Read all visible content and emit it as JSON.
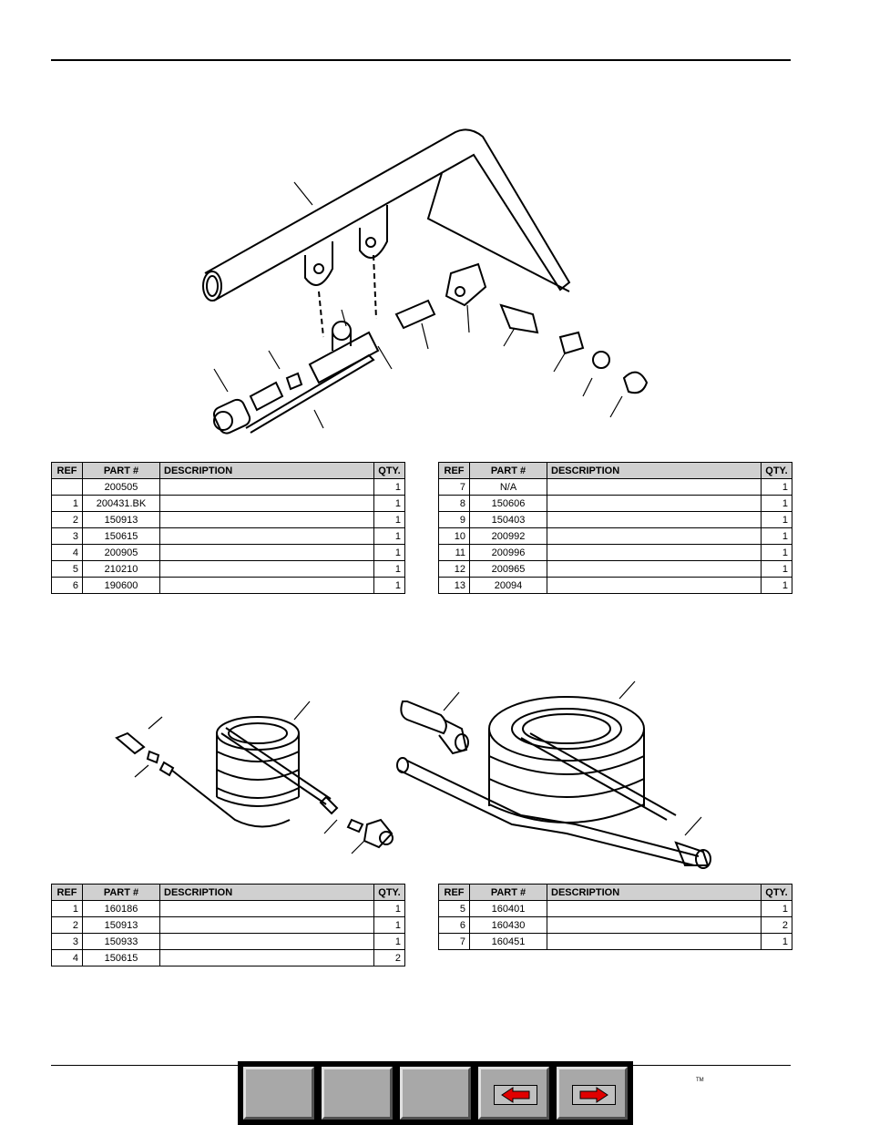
{
  "table_header": {
    "ref": "REF",
    "part": "PART #",
    "description": "DESCRIPTION",
    "qty": "QTY."
  },
  "tables": [
    {
      "rows": [
        {
          "ref": "",
          "part": "200505",
          "description": "",
          "qty": "1"
        },
        {
          "ref": "1",
          "part": "200431.BK",
          "description": "",
          "qty": "1"
        },
        {
          "ref": "2",
          "part": "150913",
          "description": "",
          "qty": "1"
        },
        {
          "ref": "3",
          "part": "150615",
          "description": "",
          "qty": "1"
        },
        {
          "ref": "4",
          "part": "200905",
          "description": "",
          "qty": "1"
        },
        {
          "ref": "5",
          "part": "210210",
          "description": "",
          "qty": "1"
        },
        {
          "ref": "6",
          "part": "190600",
          "description": "",
          "qty": "1"
        }
      ]
    },
    {
      "rows": [
        {
          "ref": "7",
          "part": "N/A",
          "description": "",
          "qty": "1"
        },
        {
          "ref": "8",
          "part": "150606",
          "description": "",
          "qty": "1"
        },
        {
          "ref": "9",
          "part": "150403",
          "description": "",
          "qty": "1"
        },
        {
          "ref": "10",
          "part": "200992",
          "description": "",
          "qty": "1"
        },
        {
          "ref": "11",
          "part": "200996",
          "description": "",
          "qty": "1"
        },
        {
          "ref": "12",
          "part": "200965",
          "description": "",
          "qty": "1"
        },
        {
          "ref": "13",
          "part": "20094",
          "description": "",
          "qty": "1"
        }
      ]
    },
    {
      "rows": [
        {
          "ref": "1",
          "part": "160186",
          "description": "",
          "qty": "1"
        },
        {
          "ref": "2",
          "part": "150913",
          "description": "",
          "qty": "1"
        },
        {
          "ref": "3",
          "part": "150933",
          "description": "",
          "qty": "1"
        },
        {
          "ref": "4",
          "part": "150615",
          "description": "",
          "qty": "2"
        }
      ]
    },
    {
      "rows": [
        {
          "ref": "5",
          "part": "160401",
          "description": "",
          "qty": "1"
        },
        {
          "ref": "6",
          "part": "160430",
          "description": "",
          "qty": "2"
        },
        {
          "ref": "7",
          "part": "160451",
          "description": "",
          "qty": "1"
        }
      ]
    }
  ],
  "footer": {
    "trademark": "TM"
  },
  "nav": {
    "buttons": [
      {
        "icon": ""
      },
      {
        "icon": ""
      },
      {
        "icon": ""
      },
      {
        "icon": "back-arrow-icon"
      },
      {
        "icon": "forward-arrow-icon"
      }
    ],
    "arrow_color": "#e00000"
  }
}
